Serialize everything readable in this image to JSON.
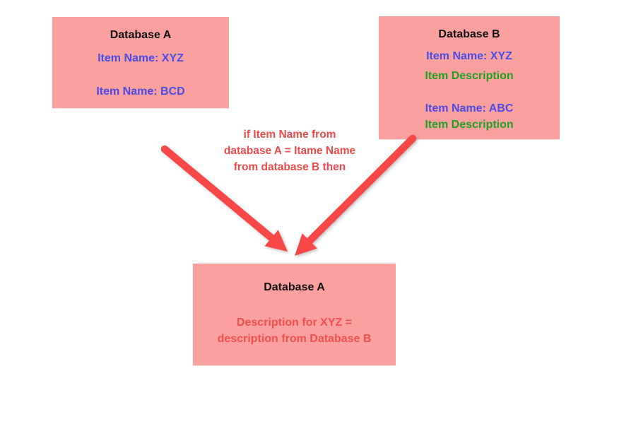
{
  "colors": {
    "box_fill": "#FAA09E",
    "title_text": "#111111",
    "item_name_text": "#4B4BE8",
    "item_description_text": "#21A121",
    "condition_text": "#EE4A4C",
    "result_text": "#EF5150",
    "arrow": "#F74747"
  },
  "boxes": {
    "database_a_top": {
      "title": "Database A",
      "items": [
        {
          "text": "Item Name: XYZ"
        },
        {
          "text": "Item Name: BCD"
        }
      ]
    },
    "database_b": {
      "title": "Database B",
      "groups": [
        {
          "name": "Item Name: XYZ",
          "description": "Item Description"
        },
        {
          "name": "Item Name: ABC",
          "description": "Item Description"
        }
      ]
    },
    "database_a_result": {
      "title": "Database A",
      "lines": [
        "Description for XYZ =",
        "description from Database B"
      ]
    }
  },
  "condition": {
    "lines": [
      "if Item Name from",
      "database A = Itame Name",
      "from database B then"
    ]
  },
  "arrows": [
    {
      "name": "arrow-from-database-a",
      "from": "Database A (top)",
      "to": "Database A (result)"
    },
    {
      "name": "arrow-from-database-b",
      "from": "Database B",
      "to": "Database A (result)"
    }
  ]
}
